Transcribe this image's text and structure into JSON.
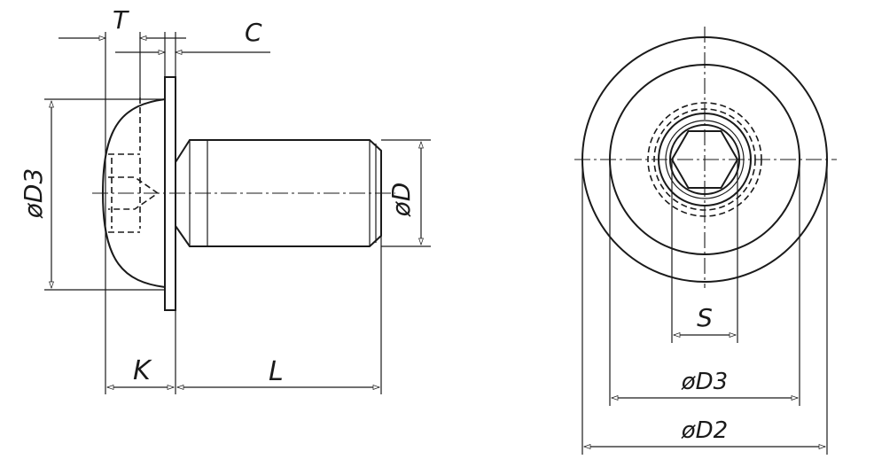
{
  "diagram": {
    "side_view": {
      "labels": {
        "t": "T",
        "c": "C",
        "d3": "øD3",
        "d": "øD",
        "k": "K",
        "l": "L"
      }
    },
    "top_view": {
      "labels": {
        "s": "S",
        "d3": "øD3",
        "d2": "øD2"
      }
    },
    "colors": {
      "line": "#1a1a1a",
      "background": "#ffffff"
    }
  }
}
